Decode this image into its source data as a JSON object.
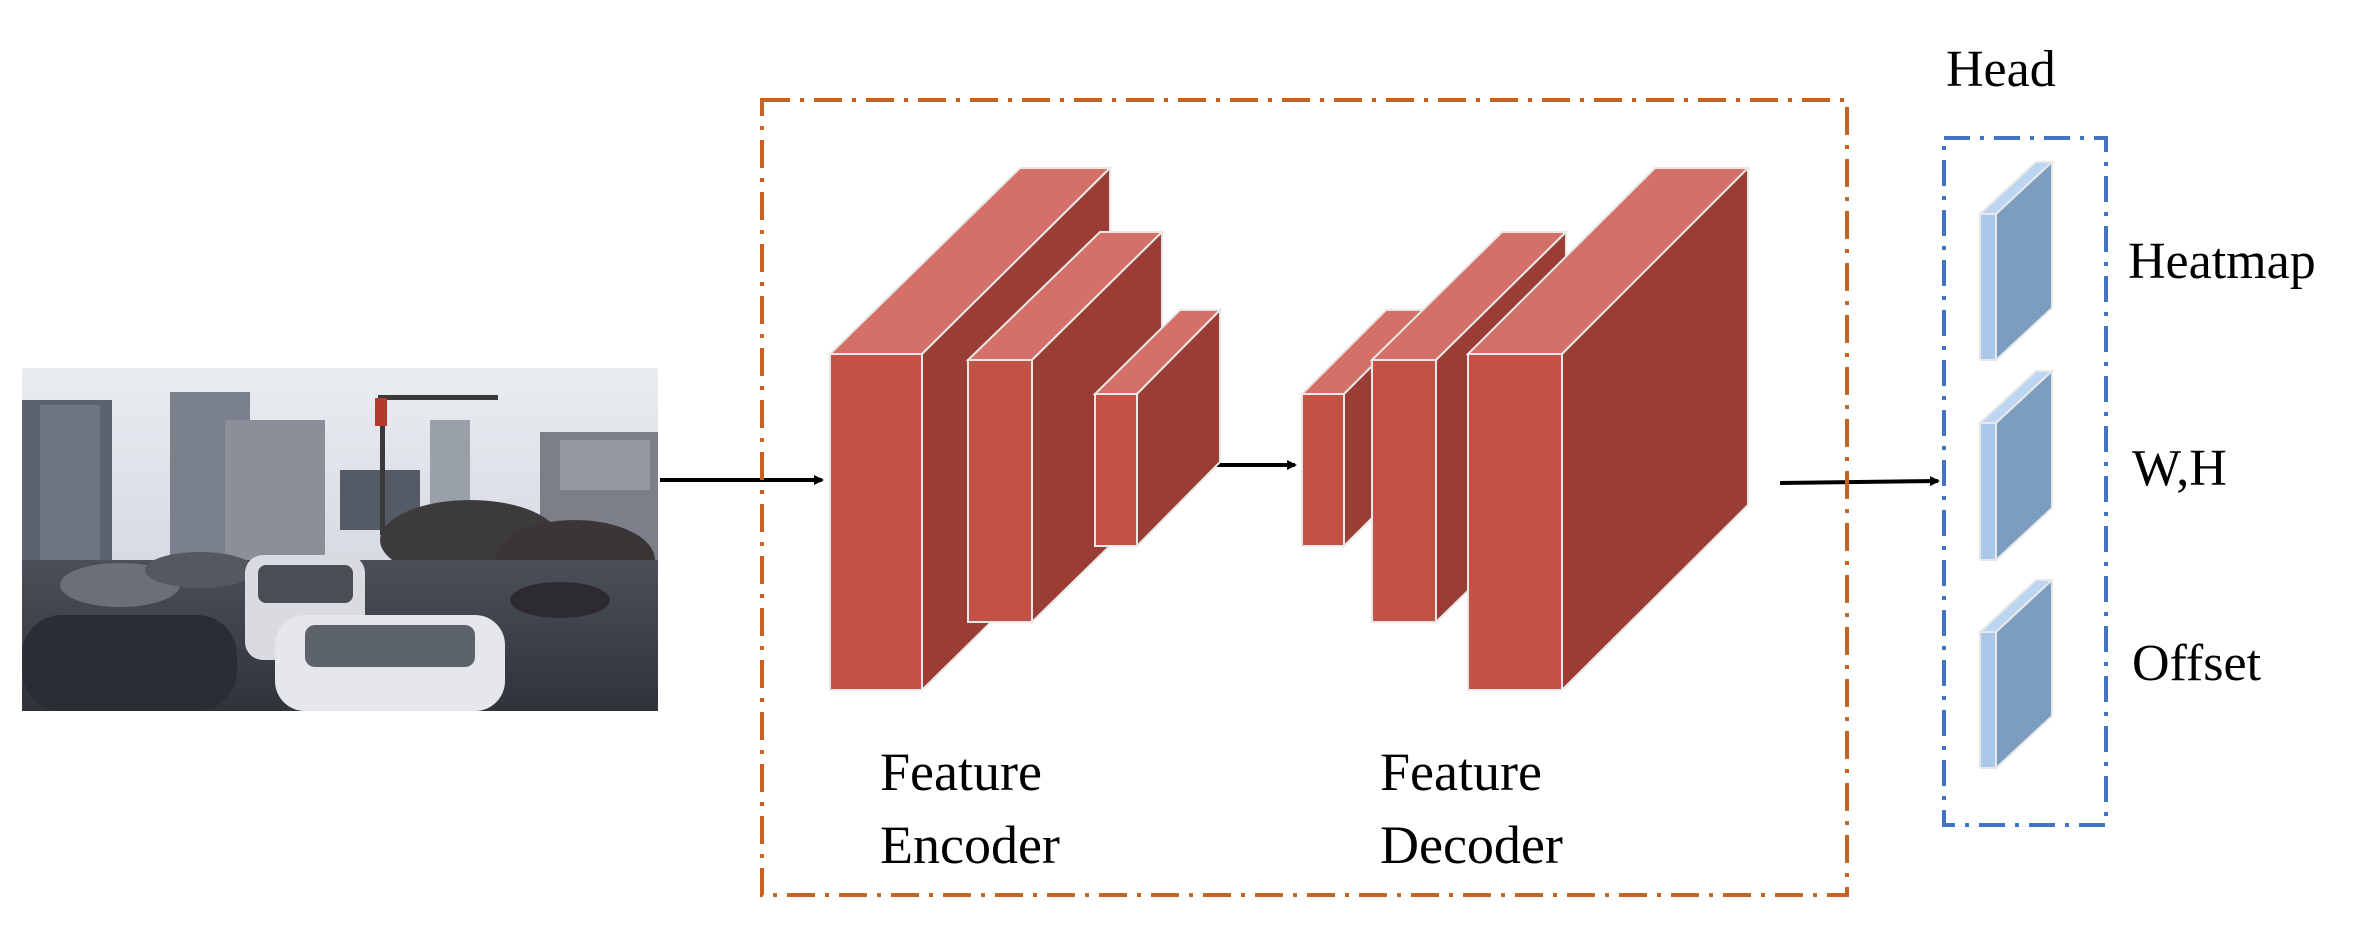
{
  "labels": {
    "encoder_line1": "Feature",
    "encoder_line2": "Encoder",
    "decoder_line1": "Feature",
    "decoder_line2": "Decoder",
    "head_title": "Head",
    "heatmap": "Heatmap",
    "wh": "W,H",
    "offset": "Offset"
  },
  "colors": {
    "block_front": "#c25246",
    "block_top": "#d47068",
    "block_side": "#9a3d35",
    "head_front": "#a9c8ea",
    "head_side": "#7b9dbf",
    "head_top": "#bcd6f1",
    "backbone_border": "#c8621e",
    "head_border": "#4472c4",
    "arrow": "#000000"
  },
  "icons": {
    "input_image": "street-scene-photo"
  }
}
